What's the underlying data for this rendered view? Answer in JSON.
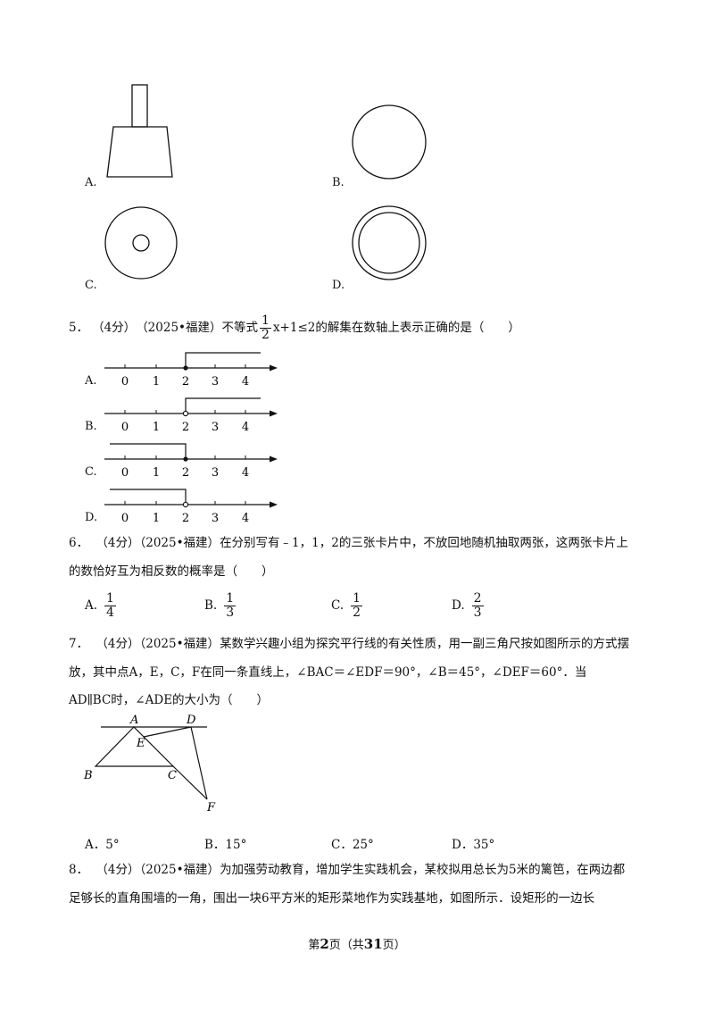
{
  "q4_options": {
    "a": "A.",
    "b": "B.",
    "c": "C.",
    "d": "D."
  },
  "q5": {
    "number": "5．",
    "score": "（4分）",
    "source": "（2025•福建）",
    "stem_before": "不等式",
    "frac_num": "1",
    "frac_den": "2",
    "stem_after": "x+1≤2的解集在数轴上表示正确的是（　　）",
    "options": [
      "A.",
      "B.",
      "C.",
      "D."
    ],
    "ticks": [
      "0",
      "1",
      "2",
      "3",
      "4"
    ]
  },
  "q6": {
    "number": "6．",
    "score": "（4分）",
    "source": "（2025•福建）",
    "line1": "在分别写有﹣1，1，2的三张卡片中，不放回地随机抽取两张，这两张卡片上",
    "line2": "的数恰好互为相反数的概率是（　　）",
    "options": [
      {
        "label": "A.",
        "num": "1",
        "den": "4"
      },
      {
        "label": "B.",
        "num": "1",
        "den": "3"
      },
      {
        "label": "C.",
        "num": "1",
        "den": "2"
      },
      {
        "label": "D.",
        "num": "2",
        "den": "3"
      }
    ]
  },
  "q7": {
    "number": "7．",
    "score": "（4分）",
    "source": "（2025•福建）",
    "line1": "某数学兴趣小组为探究平行线的有关性质，用一副三角尺按如图所示的方式摆",
    "line2": "放，其中点A，E，C，F在同一条直线上，∠BAC＝∠EDF＝90°，∠B＝45°，∠DEF＝60°．当",
    "line3": "AD∥BC时，∠ADE的大小为（　　）",
    "points": {
      "A": "A",
      "B": "B",
      "C": "C",
      "D": "D",
      "E": "E",
      "F": "F"
    },
    "options": [
      "A．5°",
      "B．15°",
      "C．25°",
      "D．35°"
    ]
  },
  "q8": {
    "number": "8．",
    "score": "（4分）",
    "source": "（2025•福建）",
    "line1": "为加强劳动教育，增加学生实践机会，某校拟用总长为5米的篱笆，在两边都",
    "line2": "足够长的直角围墙的一角，围出一块6平方米的矩形菜地作为实践基地，如图所示．设矩形的一边长"
  },
  "footer": {
    "pre": "第",
    "page": "2",
    "mid": "页（共",
    "total": "31",
    "post": "页）"
  }
}
